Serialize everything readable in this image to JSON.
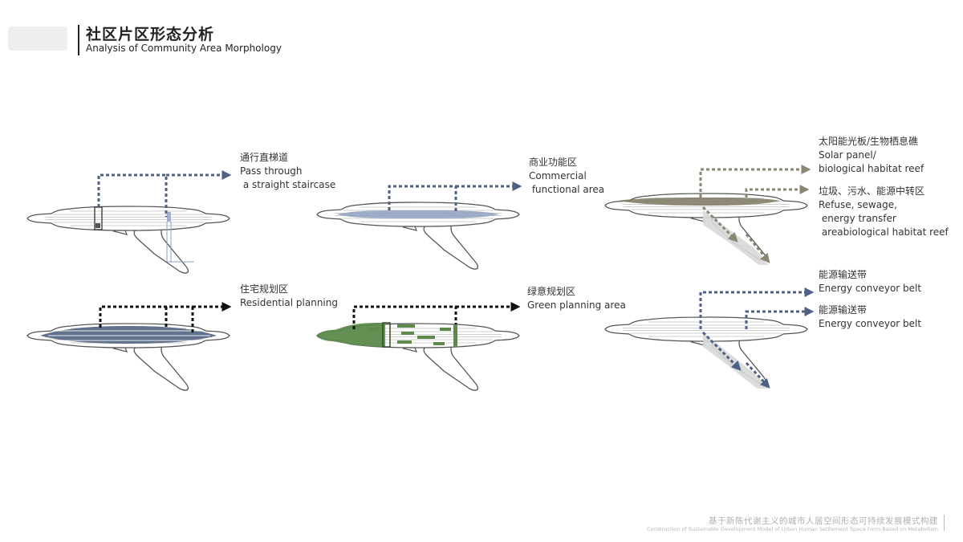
{
  "header": {
    "title_cn": "社区片区形态分析",
    "title_en": "Analysis of Community Area Morphology"
  },
  "panels": {
    "stairs": {
      "label_cn": "通行直梯道",
      "label_en_1": "Pass through",
      "label_en_2": " a straight staircase",
      "color": "#4f6286"
    },
    "commercial": {
      "label_cn": "商业功能区",
      "label_en_1": "Commercial",
      "label_en_2": " functional area",
      "color": "#4f6286"
    },
    "residential": {
      "label_cn": "住宅规划区",
      "label_en": "Residential planning",
      "color": "#111111"
    },
    "green": {
      "label_cn": "绿意规划区",
      "label_en": "Green planning area",
      "color": "#111111",
      "accent": "#5d8a4a"
    },
    "solar": {
      "label1_cn": "太阳能光板/生物栖息礁",
      "label1_en_1": "Solar panel/",
      "label1_en_2": "biological habitat reef",
      "label2_cn": "垃圾、污水、能源中转区",
      "label2_en_1": "Refuse, sewage,",
      "label2_en_2": " energy transfer",
      "label2_en_3": " areabiological habitat reef",
      "color": "#8a8672"
    },
    "energy": {
      "label1_cn": "能源输送带",
      "label1_en": "Energy conveyor belt",
      "label2_cn": "能源输送带",
      "label2_en": "Energy conveyor belt",
      "color": "#4f6286"
    }
  },
  "footer": {
    "cn": "基于新陈代谢主义的城市人居空间形态可持续发展模式构建",
    "en": "Construction of Sustainable Development Model of Urban Human Settlement Space Form Based on Metabolism"
  }
}
